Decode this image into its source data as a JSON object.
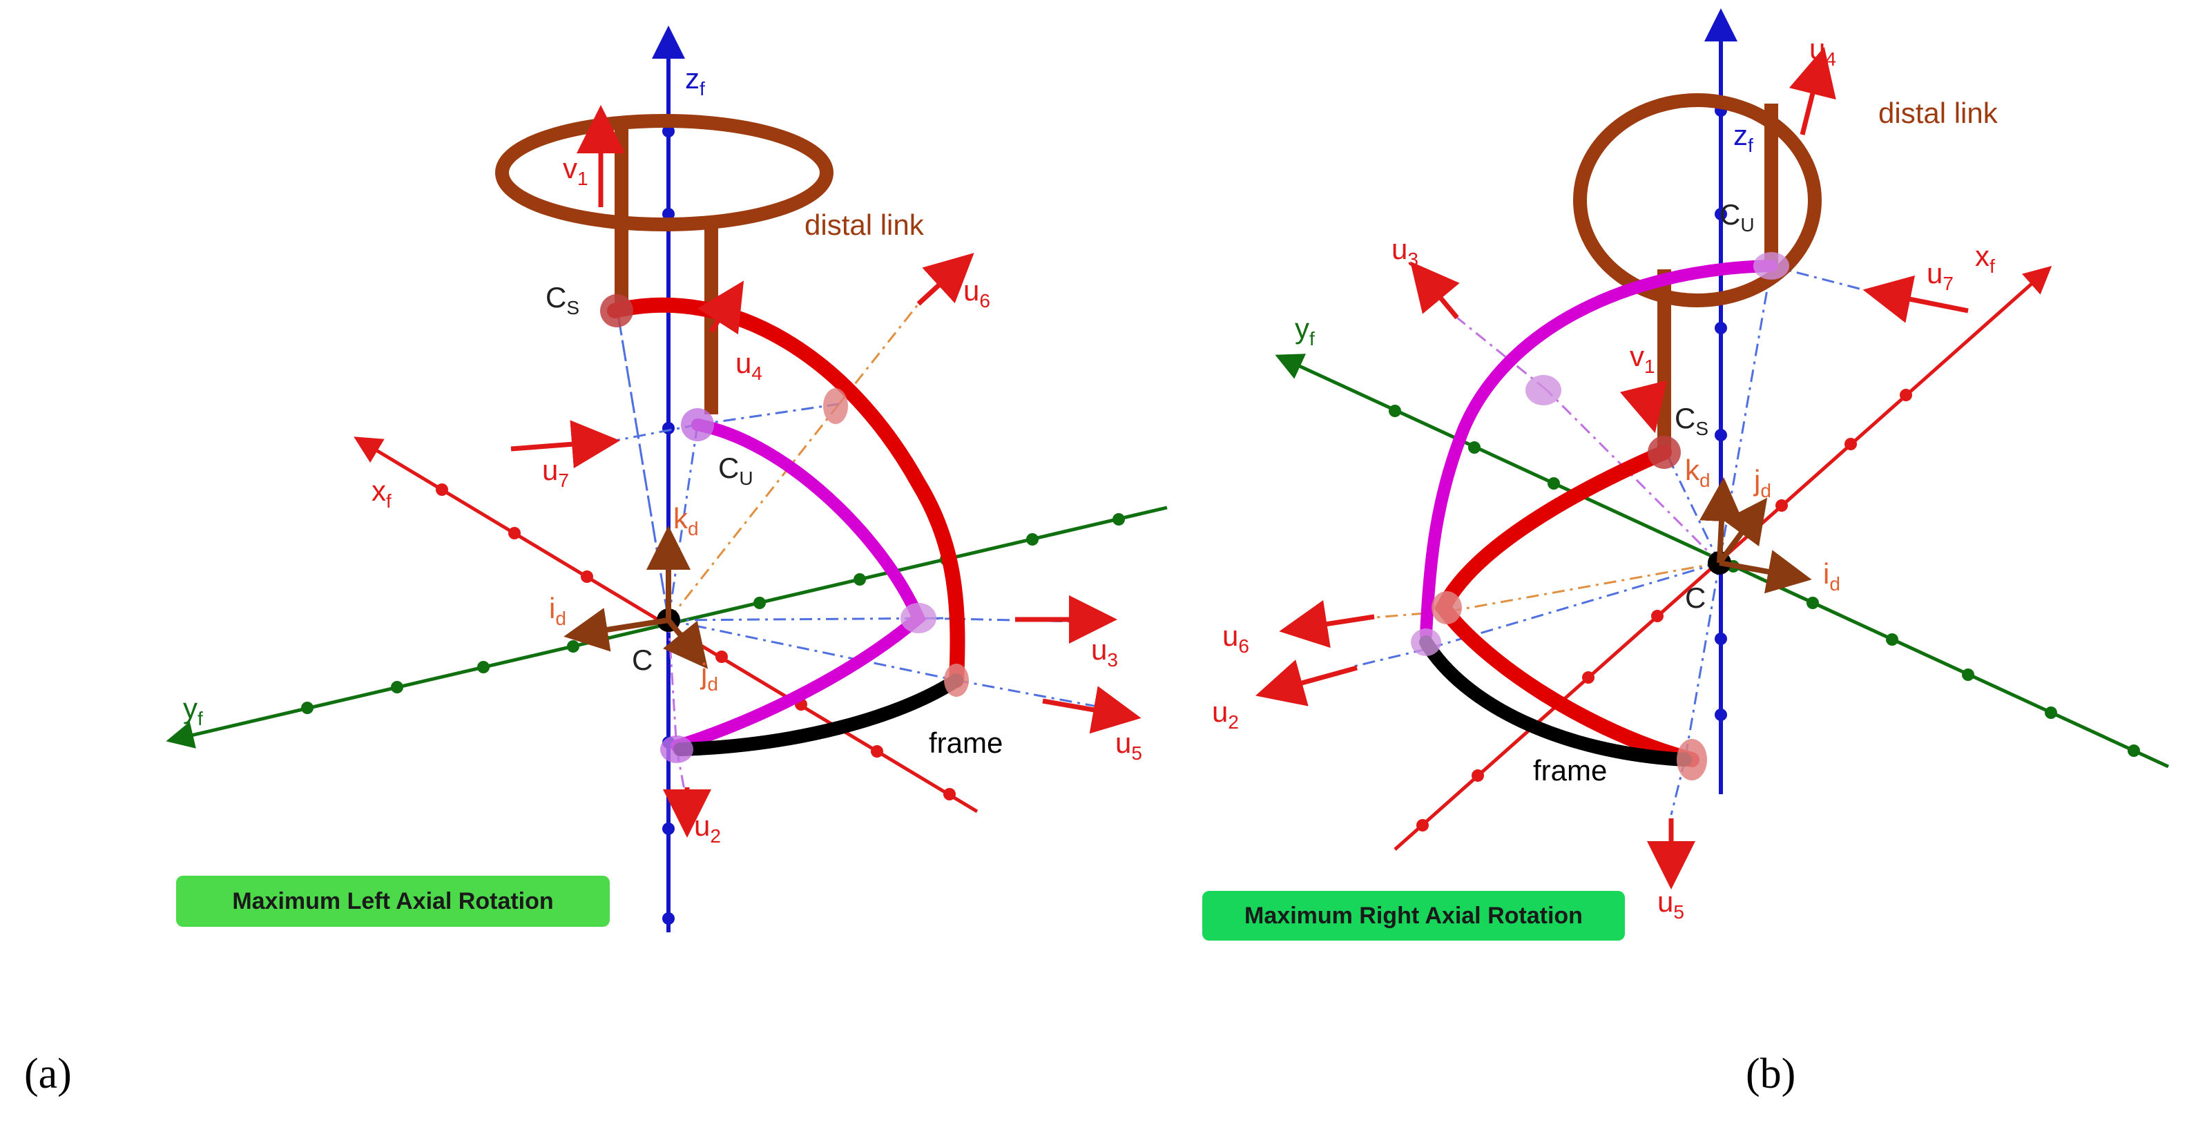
{
  "panels": [
    {
      "letter": "(a)",
      "caption": "Maximum Left Axial Rotation",
      "labels": {
        "z_axis": "z",
        "z_sub": "f",
        "x_axis": "x",
        "x_sub": "f",
        "y_axis": "y",
        "y_sub": "f",
        "distal_link": "distal link",
        "frame": "frame",
        "center": "C",
        "cs": "C",
        "cs_sub": "S",
        "cu": "C",
        "cu_sub": "U",
        "v1": "v",
        "v1_sub": "1",
        "u2": "u",
        "u2_sub": "2",
        "u3": "u",
        "u3_sub": "3",
        "u4": "u",
        "u4_sub": "4",
        "u5": "u",
        "u5_sub": "5",
        "u6": "u",
        "u6_sub": "6",
        "u7": "u",
        "u7_sub": "7",
        "id": "i",
        "id_sub": "d",
        "jd": "j",
        "jd_sub": "d",
        "kd": "k",
        "kd_sub": "d"
      }
    },
    {
      "letter": "(b)",
      "caption": "Maximum Right Axial Rotation",
      "labels": {
        "z_axis": "z",
        "z_sub": "f",
        "x_axis": "x",
        "x_sub": "f",
        "y_axis": "y",
        "y_sub": "f",
        "distal_link": "distal link",
        "frame": "frame",
        "center": "C",
        "cs": "C",
        "cs_sub": "S",
        "cu": "C",
        "cu_sub": "U",
        "v1": "v",
        "v1_sub": "1",
        "u2": "u",
        "u2_sub": "2",
        "u3": "u",
        "u3_sub": "3",
        "u4": "u",
        "u4_sub": "4",
        "u5": "u",
        "u5_sub": "5",
        "u6": "u",
        "u6_sub": "6",
        "u7": "u",
        "u7_sub": "7",
        "id": "i",
        "id_sub": "d",
        "jd": "j",
        "jd_sub": "d",
        "kd": "k",
        "kd_sub": "d"
      }
    }
  ],
  "colors": {
    "z_axis": "#1414c8",
    "x_axis": "#e01818",
    "y_axis": "#107010",
    "distal_link": "#9c3a10",
    "red_link": "#e00000",
    "magenta_link": "#d400d4",
    "frame_link": "#000000",
    "u_vectors": "#e01818",
    "dashed_lines": "#5070e0",
    "orange_dashed": "#e09040",
    "caption_a_bg": "#4cd94a",
    "caption_b_bg": "#17d65a"
  }
}
